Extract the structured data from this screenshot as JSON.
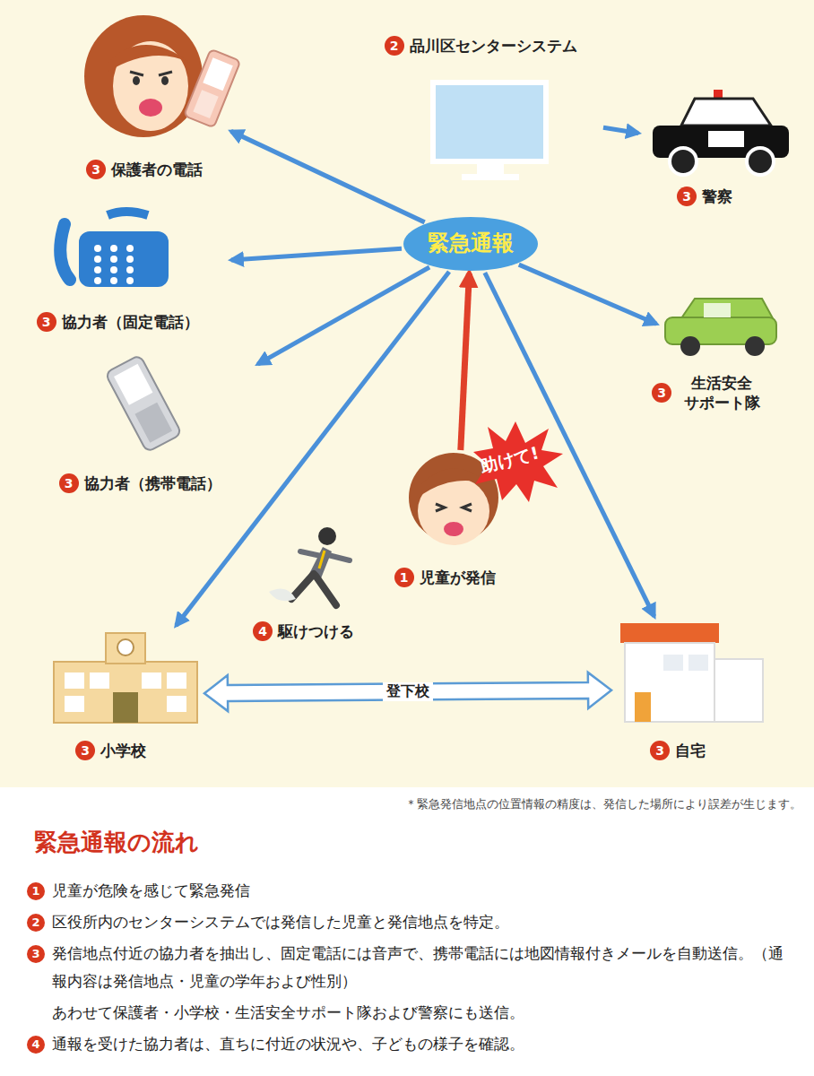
{
  "diagram": {
    "title": "緊急通報の流れ",
    "nodes": [
      {
        "text": [
          "品川区センターシステム"
        ]
      },
      {
        "text": [
          "保護者の電話"
        ]
      },
      {
        "text": [
          "警察"
        ]
      },
      {
        "text": [
          "緊急通報"
        ]
      },
      {
        "text": [
          "協力者（固定電話）"
        ]
      },
      {
        "text": [
          "生活安全 サポート隊"
        ]
      },
      {
        "text": [
          "協力者（携帯電話）"
        ]
      },
      {
        "text": [
          "児童が発信"
        ]
      },
      {
        "text": [
          "駆けつける"
        ]
      },
      {
        "text": [
          "小学校"
        ]
      },
      {
        "text": [
          "自宅"
        ]
      }
    ],
    "edges": [
      {
        "from": 7,
        "to": 3,
        "arrow": "to"
      },
      {
        "from": 0,
        "to": 2,
        "arrow": "to"
      },
      {
        "from": 3,
        "to": 1,
        "arrow": "to"
      },
      {
        "from": 3,
        "to": 4,
        "arrow": "to"
      },
      {
        "from": 3,
        "to": 6,
        "arrow": "to"
      },
      {
        "from": 3,
        "to": 5,
        "arrow": "to"
      },
      {
        "from": 3,
        "to": 9,
        "arrow": "to"
      },
      {
        "from": 3,
        "to": 10,
        "arrow": "to"
      },
      {
        "from": 9,
        "to": 10,
        "label": "登下校",
        "arrow": "both"
      }
    ],
    "labels": [
      "2",
      "3",
      "3",
      "3",
      "3",
      "3",
      "1",
      "4",
      "3",
      "3",
      "助けて!",
      "＊緊急発信地点の位置情報の精度は、発信した場所により誤差が生じます。",
      "1",
      "児童が危険を感じて緊急発信",
      "2",
      "区役所内のセンターシステムでは発信した児童と発信地点を特定。",
      "3",
      "発信地点付近の協力者を抽出し、固定電話には音声で、携帯電話には地図情報付きメールを自動送信。（通報内容は発信地点・児童の学年および性別）",
      "あわせて保護者・小学校・生活安全サポート隊および警察にも送信。",
      "4",
      "通報を受けた協力者は、直ちに付近の状況や、子どもの様子を確認。"
    ]
  }
}
